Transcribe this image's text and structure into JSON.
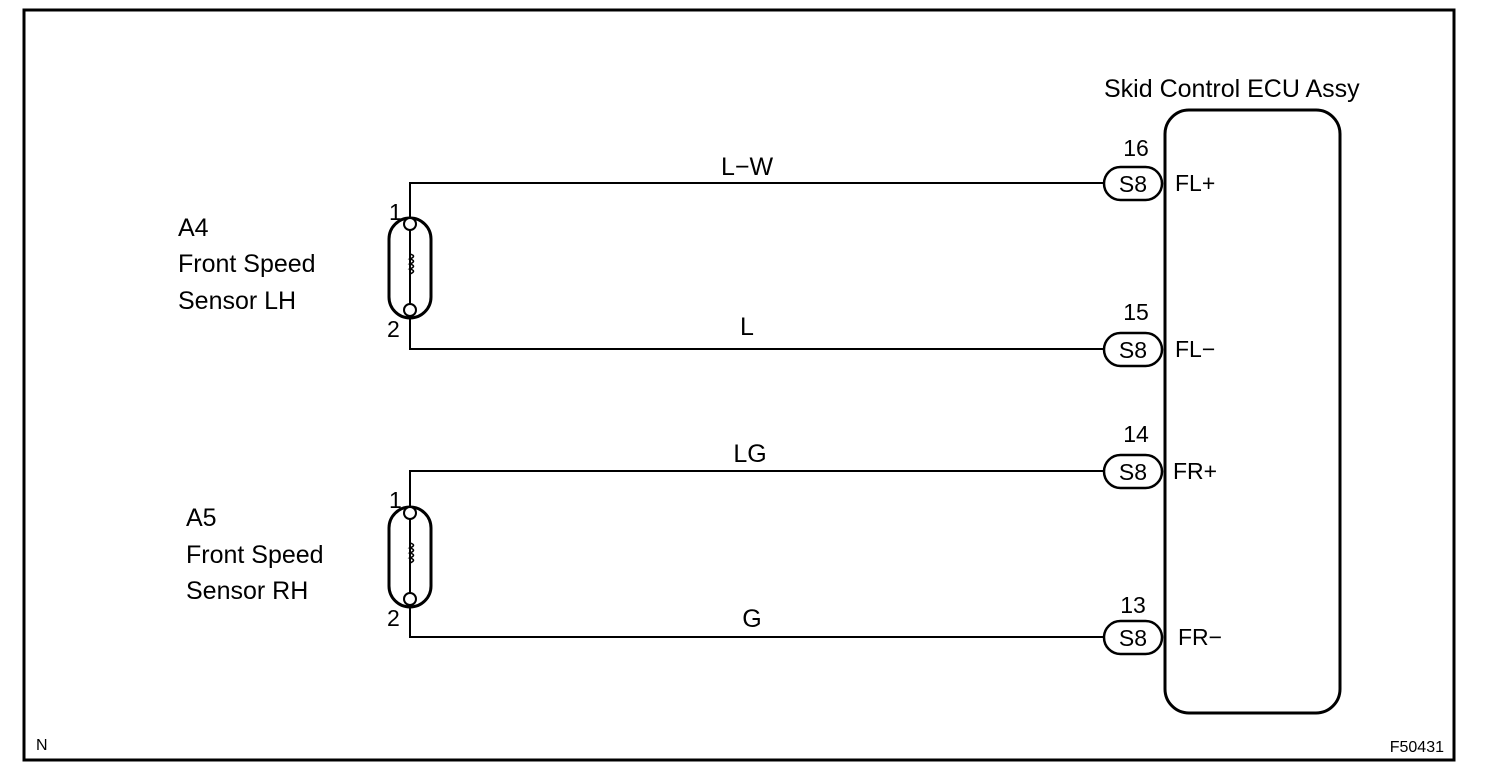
{
  "diagram": {
    "ecu": {
      "title": "Skid Control ECU Assy"
    },
    "sensors": [
      {
        "id": "A4",
        "name_line1": "Front Speed",
        "name_line2": "Sensor LH",
        "pin_top": "1",
        "pin_bottom": "2"
      },
      {
        "id": "A5",
        "name_line1": "Front Speed",
        "name_line2": "Sensor RH",
        "pin_top": "1",
        "pin_bottom": "2"
      }
    ],
    "wires": [
      {
        "color": "L−W",
        "pin": "16",
        "connector": "S8",
        "terminal": "FL+"
      },
      {
        "color": "L",
        "pin": "15",
        "connector": "S8",
        "terminal": "FL−"
      },
      {
        "color": "LG",
        "pin": "14",
        "connector": "S8",
        "terminal": "FR+"
      },
      {
        "color": "G",
        "pin": "13",
        "connector": "S8",
        "terminal": "FR−"
      }
    ],
    "corner_left": "N",
    "figure_code": "F50431"
  }
}
